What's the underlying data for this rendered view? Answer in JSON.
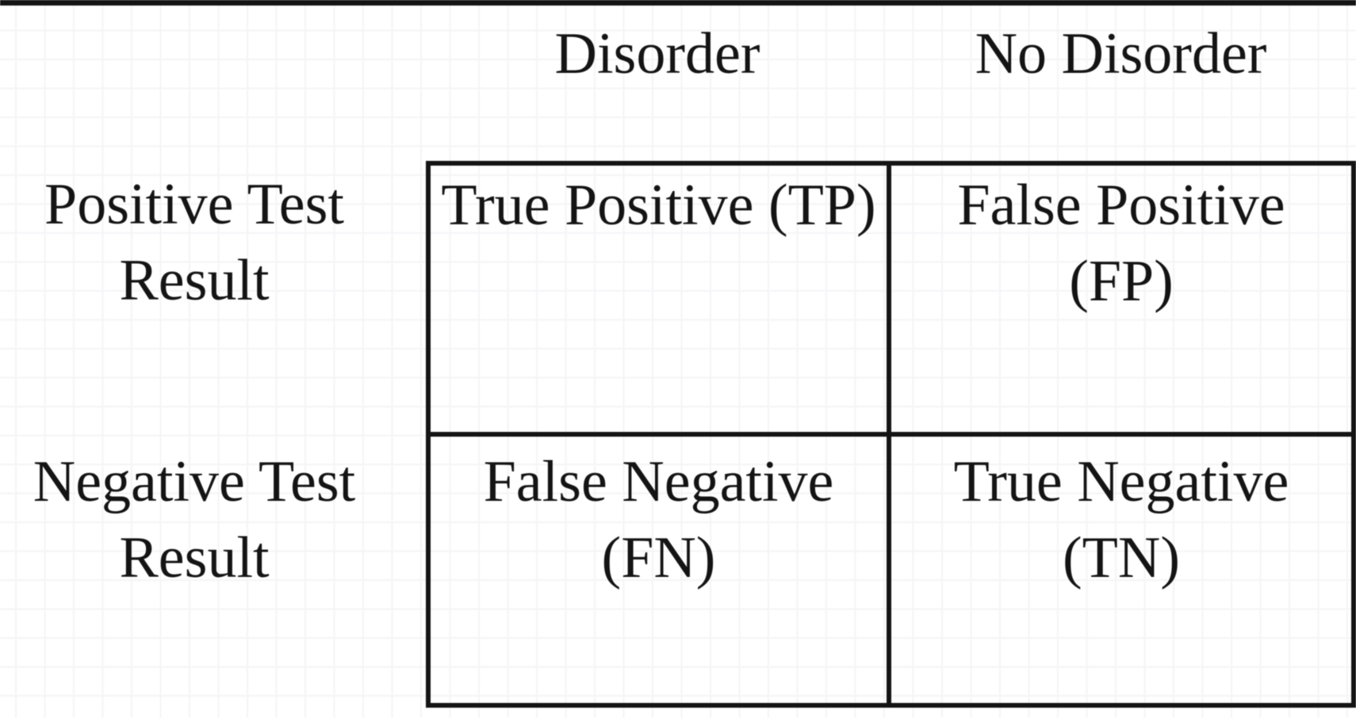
{
  "figure": {
    "column_headers": [
      {
        "label": "Disorder"
      },
      {
        "label": "No Disorder"
      }
    ],
    "row_headers": [
      {
        "lines": [
          "Positive Test",
          "Result"
        ]
      },
      {
        "lines": [
          "Negative Test",
          "Result"
        ]
      }
    ],
    "cells": [
      {
        "id": "TP",
        "lines": [
          "True Positive (TP)"
        ]
      },
      {
        "id": "FP",
        "lines": [
          "False Positive",
          "(FP)"
        ]
      },
      {
        "id": "FN",
        "lines": [
          "False Negative",
          "(FN)"
        ]
      },
      {
        "id": "TN",
        "lines": [
          "True Negative",
          "(TN)"
        ]
      }
    ],
    "colors": {
      "border": "#141414",
      "text": "#141414",
      "grid_line": "#f5f4f6",
      "background": "#ffffff"
    }
  }
}
